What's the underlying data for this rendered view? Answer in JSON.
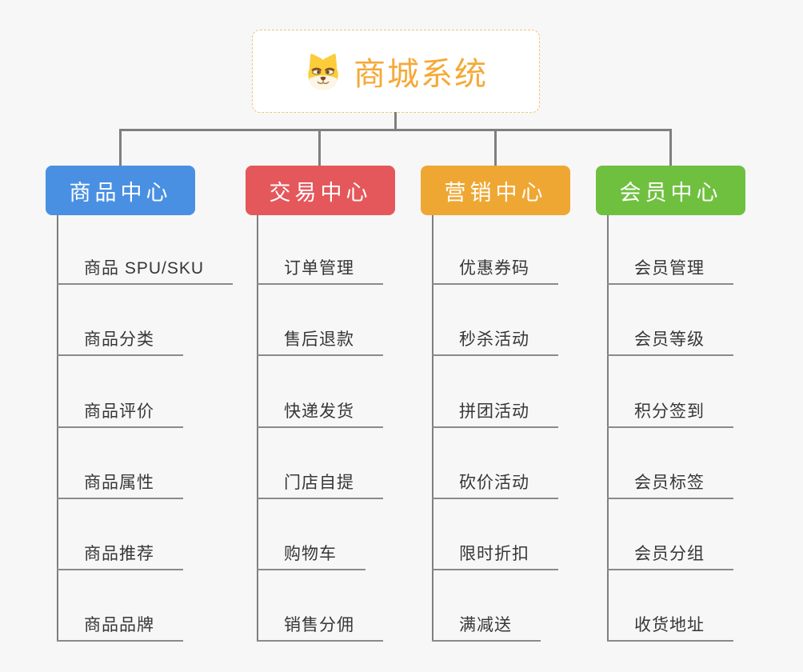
{
  "root": {
    "label": "商城系统",
    "icon": "dog-face-icon",
    "text_color": "#f5a937",
    "border_color": "#f6c173",
    "background": "#ffffff"
  },
  "colors": {
    "canvas_background": "#f7f7f7",
    "connector_line": "#7f7f7f",
    "item_underline": "#8a8a8a",
    "item_text": "#373737"
  },
  "branches": [
    {
      "label": "商品中心",
      "color": "#4a90e2",
      "items": [
        "商品 SPU/SKU",
        "商品分类",
        "商品评价",
        "商品属性",
        "商品推荐",
        "商品品牌"
      ]
    },
    {
      "label": "交易中心",
      "color": "#e4585b",
      "items": [
        "订单管理",
        "售后退款",
        "快递发货",
        "门店自提",
        "购物车",
        "销售分佣"
      ]
    },
    {
      "label": "营销中心",
      "color": "#efa733",
      "items": [
        "优惠券码",
        "秒杀活动",
        "拼团活动",
        "砍价活动",
        "限时折扣",
        "满减送"
      ]
    },
    {
      "label": "会员中心",
      "color": "#70c040",
      "items": [
        "会员管理",
        "会员等级",
        "积分签到",
        "会员标签",
        "会员分组",
        "收货地址"
      ]
    }
  ]
}
